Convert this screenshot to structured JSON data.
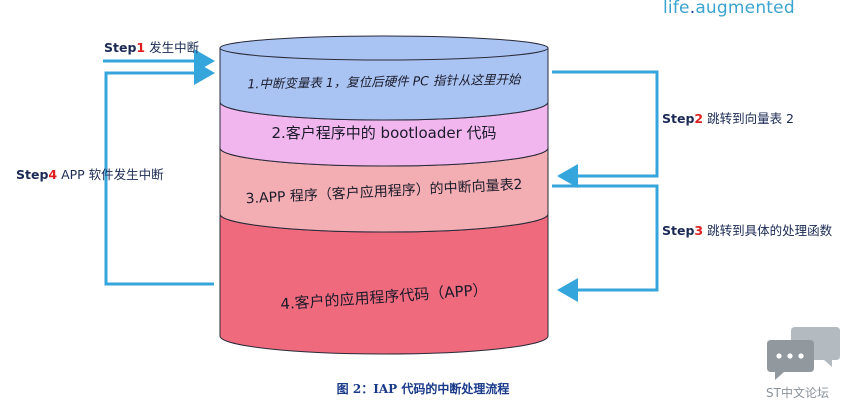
{
  "logo": {
    "prefix": "life",
    "dot": ".",
    "suffix": "augmented"
  },
  "steps": [
    {
      "prefix": "Step",
      "num": "1",
      "desc": " 发生中断"
    },
    {
      "prefix": "Step",
      "num": "2",
      "desc": " 跳转到向量表 2"
    },
    {
      "prefix": "Step",
      "num": "3",
      "desc": " 跳转到具体的处理函数"
    },
    {
      "prefix": "Step",
      "num": "4",
      "desc": " APP 软件发生中断"
    }
  ],
  "layers": [
    {
      "label": "1.中断变量表 1，复位后硬件 PC 指针从这里开始",
      "color": "#a9c4f2"
    },
    {
      "label": "2.客户程序中的 bootloader 代码",
      "color": "#f2b6ee"
    },
    {
      "label": "3.APP 程序（客户应用程序）的中断向量表2",
      "color": "#f3aeb3"
    },
    {
      "label": "4.客户的应用程序代码（APP）",
      "color": "#ee6a7c"
    }
  ],
  "colors": {
    "arrow": "#35a6dc",
    "outline": "#2a2a3a",
    "caption": "#1a3a8a"
  },
  "caption": "图 2：IAP 代码的中断处理流程",
  "watermark": {
    "icon": "chat-bubble-icon",
    "text": "ST中文论坛"
  }
}
